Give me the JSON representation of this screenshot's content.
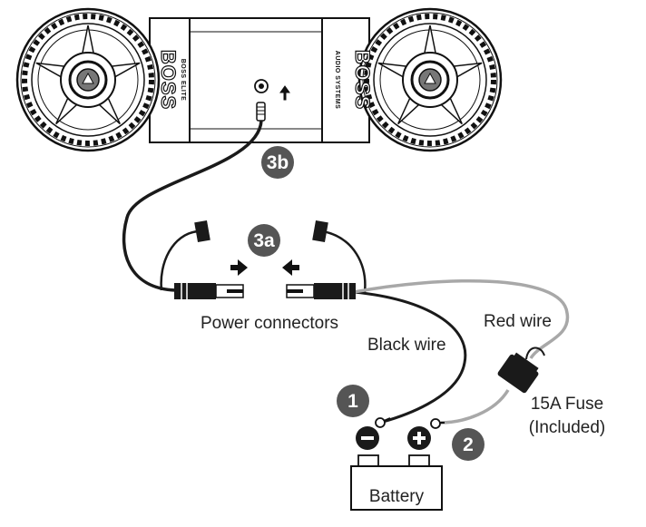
{
  "labels": {
    "power_connectors": "Power connectors",
    "black_wire": "Black wire",
    "red_wire": "Red wire",
    "fuse_line1": "15A Fuse",
    "fuse_line2": "(Included)",
    "battery": "Battery"
  },
  "steps": {
    "step1": "1",
    "step2": "2",
    "step3a": "3a",
    "step3b": "3b"
  },
  "brand": {
    "logo": "BOSS",
    "left_sub": "BOSS ELITE",
    "right_sub": "AUDIO SYSTEMS"
  },
  "terminals": {
    "negative": "−",
    "positive": "+"
  },
  "colors": {
    "black_wire": "#1a1a1a",
    "red_wire": "#a8a8a8",
    "step_badge": "#555555"
  }
}
